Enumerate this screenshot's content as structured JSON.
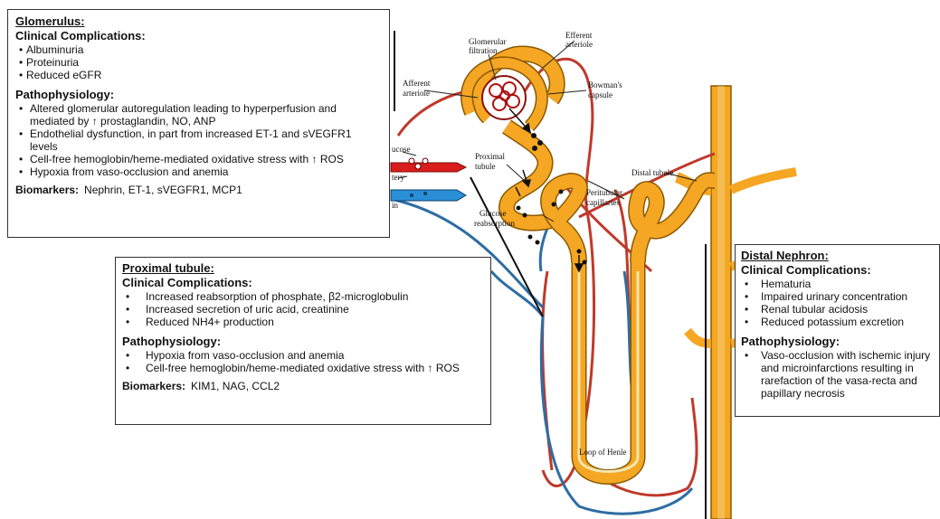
{
  "diagram_labels": {
    "glomerular_filtration": [
      "Glomerular",
      "filtration"
    ],
    "efferent_arteriole": [
      "Efferent",
      "arteriole"
    ],
    "afferent_arteriole": [
      "Afferent",
      "arteriole"
    ],
    "bowmans_capsule": [
      "Bowman's",
      "capsule"
    ],
    "glucose_partial": "ucose",
    "artery_partial": "tery",
    "vein_partial": "in",
    "proximal_tubule": [
      "Proximal",
      "tubule"
    ],
    "distal_tubule": "Distal tubule",
    "peritubular_capillaries": [
      "Peritubular",
      "capillaries"
    ],
    "glucose_reabsorption": [
      "Glucose",
      "reabsorption"
    ],
    "loop_of_henle": "Loop of Henle"
  },
  "glomerulus": {
    "title": "Glomerulus:",
    "complications_heading": "Clinical Complications:",
    "complications": [
      "Albuminuria",
      "Proteinuria",
      "Reduced eGFR"
    ],
    "pathophysiology_heading": "Pathophysiology:",
    "pathophysiology": [
      "Altered glomerular autoregulation leading to hyperperfusion and mediated by ↑ prostaglandin, NO, ANP",
      "Endothelial dysfunction, in part from increased ET-1 and sVEGFR1 levels",
      "Cell-free hemoglobin/heme-mediated oxidative stress with ↑ ROS",
      "Hypoxia from vaso-occlusion and anemia"
    ],
    "biomarkers_label": "Biomarkers:",
    "biomarkers": "Nephrin, ET-1, sVEGFR1, MCP1"
  },
  "proximal": {
    "title": "Proximal tubule:",
    "complications_heading": "Clinical Complications:",
    "complications": [
      "Increased reabsorption of phosphate, β2-microglobulin",
      "Increased secretion of uric acid, creatinine",
      "Reduced NH4+ production"
    ],
    "pathophysiology_heading": "Pathophysiology:",
    "pathophysiology": [
      "Hypoxia from vaso-occlusion and anemia",
      "Cell-free hemoglobin/heme-mediated oxidative stress with ↑ ROS"
    ],
    "biomarkers_label": "Biomarkers:",
    "biomarkers": "KIM1, NAG, CCL2"
  },
  "distal": {
    "title": "Distal Nephron:",
    "complications_heading": "Clinical Complications:",
    "complications": [
      "Hematuria",
      "Impaired urinary concentration",
      "Renal tubular acidosis",
      "Reduced potassium excretion"
    ],
    "pathophysiology_heading": "Pathophysiology:",
    "pathophysiology": [
      "Vaso-occlusion with ischemic injury and microinfarctions resulting in rarefaction of the vasa-recta and papillary necrosis"
    ]
  },
  "colors": {
    "tubule": "#f5a623",
    "tubule_edge": "#8a5a00",
    "artery": "#c0392b",
    "vein": "#2e6da4",
    "lumen": "#f3e6b0"
  }
}
